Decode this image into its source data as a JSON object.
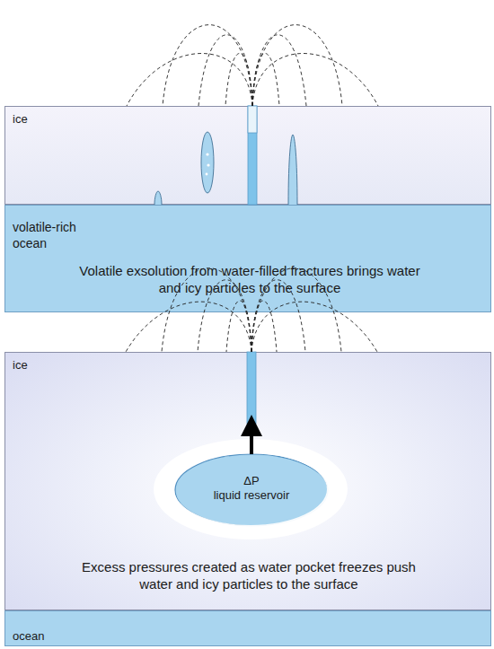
{
  "diagram": {
    "nodes": [
      {
        "text": [
          "ice"
        ]
      },
      {
        "text": [
          "volatile-rich ocean",
          "Volatile exsolution from water-filled fractures brings water and icy particles to the surface"
        ]
      },
      {
        "text": [
          "ice",
          "Excess pressures created as water pocket freezes push water and icy particles to the surface"
        ]
      },
      {
        "text": [
          "ΔP",
          "liquid reservoir"
        ],
        "in": 2
      },
      {
        "text": [
          "ocean"
        ]
      }
    ]
  }
}
